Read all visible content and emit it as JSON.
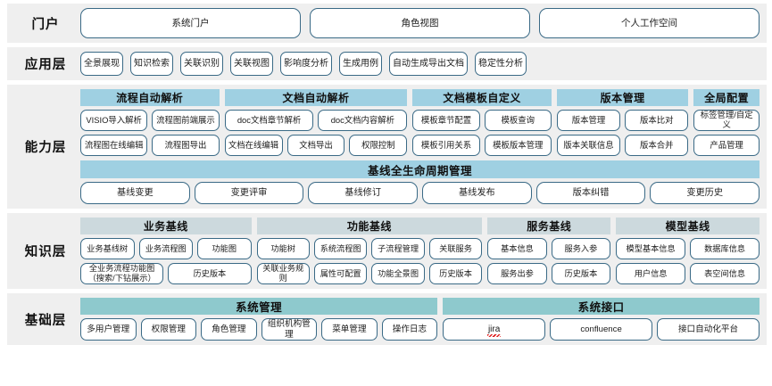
{
  "layers": [
    {
      "label": "门户",
      "type": "pills",
      "items": [
        "系统门户",
        "角色视图",
        "个人工作空间"
      ]
    },
    {
      "label": "应用层",
      "type": "pills",
      "items": [
        "全景展现",
        "知识检索",
        "关联识别",
        "关联视图",
        "影响度分析",
        "生成用例",
        "自动生成导出文档",
        "稳定性分析"
      ]
    },
    {
      "label": "能力层",
      "type": "groups",
      "header_color": "#9fd0e2",
      "groups": [
        {
          "title": "流程自动解析",
          "flex": 19,
          "rows": [
            [
              "VISIO导入解析",
              "流程图前端展示"
            ],
            [
              "流程图在线编辑",
              "流程图导出"
            ]
          ]
        },
        {
          "title": "文档自动解析",
          "flex": 25,
          "rows": [
            [
              "doc文档章节解析",
              "doc文档内容解析"
            ],
            [
              "文档在线编辑",
              "文档导出",
              "权限控制"
            ]
          ]
        },
        {
          "title": "文档模板自定义",
          "flex": 19,
          "rows": [
            [
              "模板章节配置",
              "模板查询"
            ],
            [
              "模板引用关系",
              "模板版本管理"
            ]
          ]
        },
        {
          "title": "版本管理",
          "flex": 18,
          "rows": [
            [
              "版本管理",
              "版本比对"
            ],
            [
              "版本关联信息",
              "版本合并"
            ]
          ]
        },
        {
          "title": "全局配置",
          "flex": 9,
          "rows": [
            [
              "标签管理/自定义"
            ],
            [
              "产品管理"
            ]
          ]
        }
      ],
      "lifecycle": {
        "title": "基线全生命周期管理",
        "items": [
          "基线变更",
          "变更评审",
          "基线修订",
          "基线发布",
          "版本纠错",
          "变更历史"
        ]
      }
    },
    {
      "label": "知识层",
      "type": "groups",
      "header_color": "#ccd9dd",
      "groups": [
        {
          "title": "业务基线",
          "flex": 25,
          "rows": [
            [
              "业务基线树",
              "业务流程图",
              "功能图"
            ],
            [
              "全业务流程功能图（搜索/下钻展示）",
              "历史版本"
            ]
          ]
        },
        {
          "title": "功能基线",
          "flex": 33,
          "rows": [
            [
              "功能树",
              "系统流程图",
              "子流程管理",
              "关联服务"
            ],
            [
              "关联业务规则",
              "属性可配置",
              "功能全景图",
              "历史版本"
            ]
          ]
        },
        {
          "title": "服务基线",
          "flex": 18,
          "rows": [
            [
              "基本信息",
              "服务入参"
            ],
            [
              "服务出参",
              "历史版本"
            ]
          ]
        },
        {
          "title": "模型基线",
          "flex": 21,
          "rows": [
            [
              "模型基本信息",
              "数据库信息"
            ],
            [
              "用户信息",
              "表空间信息"
            ]
          ]
        }
      ]
    },
    {
      "label": "基础层",
      "type": "groups",
      "header_color": "#8ec9cd",
      "groups": [
        {
          "title": "系统管理",
          "flex": 53,
          "rows": [
            [
              "多用户管理",
              "权限管理",
              "角色管理",
              "组织机构管理",
              "菜单管理",
              "操作日志"
            ]
          ]
        },
        {
          "title": "系统接口",
          "flex": 47,
          "rows": [
            [
              "jira",
              "confluence",
              "接口自动化平台"
            ]
          ]
        }
      ]
    }
  ],
  "misspelled_terms": [
    "jira"
  ],
  "latin_terms": [
    "jira",
    "confluence",
    "VISIO",
    "doc"
  ],
  "colors": {
    "band_background": "#efefef",
    "pill_border": "#3a6a86",
    "pill_fill": "#ffffff",
    "capability_header": "#9fd0e2",
    "knowledge_header": "#ccd9dd",
    "base_header": "#8ec9cd",
    "spellcheck_underline": "#e02020",
    "page_background": "#ffffff"
  }
}
